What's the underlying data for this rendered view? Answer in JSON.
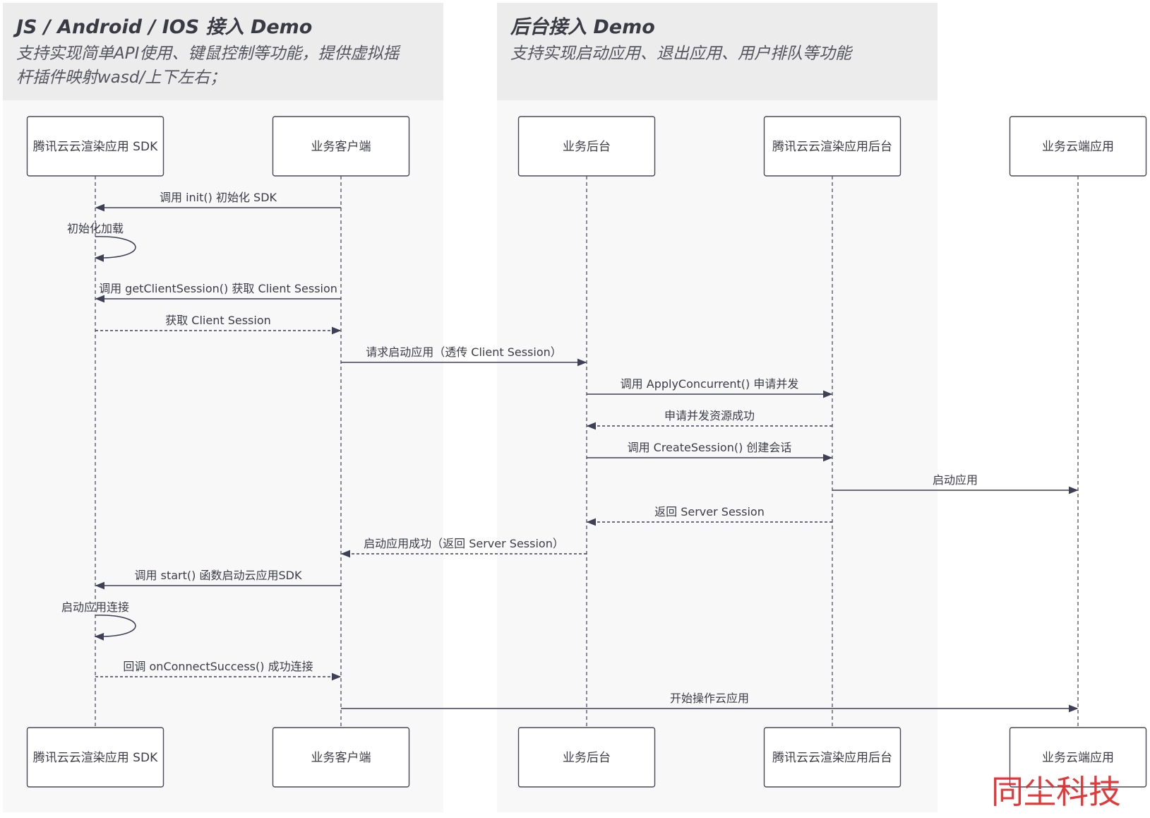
{
  "groups": [
    {
      "title": "JS / Android / IOS 接入 Demo",
      "desc_lines": [
        "支持实现简单API使用、键鼠控制等功能，提供虚拟摇",
        "杆插件映射wasd/上下左右；"
      ]
    },
    {
      "title": "后台接入 Demo",
      "desc_lines": [
        "支持实现启动应用、退出应用、用户排队等功能"
      ]
    }
  ],
  "actors": [
    "腾讯云云渲染应用 SDK",
    "业务客户端",
    "业务后台",
    "腾讯云云渲染应用后台",
    "业务云端应用"
  ],
  "messages": [
    {
      "from": 1,
      "to": 0,
      "label": "调用 init() 初始化 SDK",
      "style": "solid"
    },
    {
      "self": 0,
      "label": "初始化加载"
    },
    {
      "from": 1,
      "to": 0,
      "label": "调用 getClientSession() 获取 Client Session",
      "style": "solid"
    },
    {
      "from": 0,
      "to": 1,
      "label": "获取 Client Session",
      "style": "dashed"
    },
    {
      "from": 1,
      "to": 2,
      "label": "请求启动应用（透传 Client Session）",
      "style": "solid"
    },
    {
      "from": 2,
      "to": 3,
      "label": "调用 ApplyConcurrent() 申请并发",
      "style": "solid"
    },
    {
      "from": 3,
      "to": 2,
      "label": "申请并发资源成功",
      "style": "dashed"
    },
    {
      "from": 2,
      "to": 3,
      "label": "调用 CreateSession() 创建会话",
      "style": "solid"
    },
    {
      "from": 3,
      "to": 4,
      "label": "启动应用",
      "style": "solid"
    },
    {
      "from": 3,
      "to": 2,
      "label": "返回 Server Session",
      "style": "dashed"
    },
    {
      "from": 2,
      "to": 1,
      "label": "启动应用成功（返回 Server Session）",
      "style": "dashed"
    },
    {
      "from": 1,
      "to": 0,
      "label": "调用 start() 函数启动云应用SDK",
      "style": "solid"
    },
    {
      "self": 0,
      "label": "启动应用连接"
    },
    {
      "from": 0,
      "to": 1,
      "label": "回调 onConnectSuccess() 成功连接",
      "style": "dashed"
    },
    {
      "from": 1,
      "to": 4,
      "label": "开始操作云应用",
      "style": "solid"
    }
  ],
  "watermark": "同尘科技",
  "colors": {
    "line": "#3f3f55",
    "group_bg": "#f8f8f9",
    "group_header": "#ececec",
    "box_border": "#4a4a5a"
  }
}
